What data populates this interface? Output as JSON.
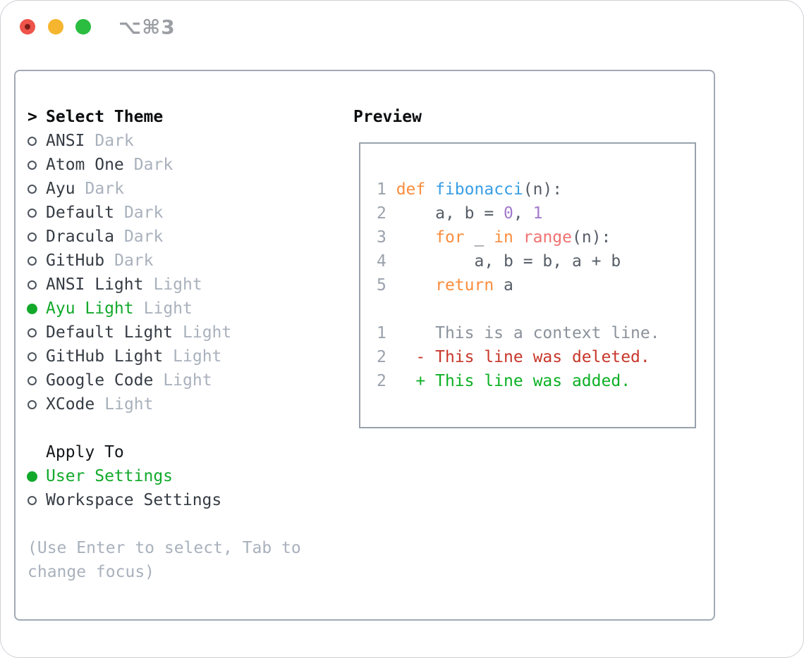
{
  "window": {
    "shortcut_label": "⌥⌘3"
  },
  "theme_panel": {
    "cursor": ">",
    "title": "Select Theme",
    "themes": [
      {
        "name": "ANSI",
        "variant": "Dark",
        "selected": false
      },
      {
        "name": "Atom One",
        "variant": "Dark",
        "selected": false
      },
      {
        "name": "Ayu",
        "variant": "Dark",
        "selected": false
      },
      {
        "name": "Default",
        "variant": "Dark",
        "selected": false
      },
      {
        "name": "Dracula",
        "variant": "Dark",
        "selected": false
      },
      {
        "name": "GitHub",
        "variant": "Dark",
        "selected": false
      },
      {
        "name": "ANSI Light",
        "variant": "Light",
        "selected": false
      },
      {
        "name": "Ayu Light",
        "variant": "Light",
        "selected": true
      },
      {
        "name": "Default Light",
        "variant": "Light",
        "selected": false
      },
      {
        "name": "GitHub Light",
        "variant": "Light",
        "selected": false
      },
      {
        "name": "Google Code",
        "variant": "Light",
        "selected": false
      },
      {
        "name": "XCode",
        "variant": "Light",
        "selected": false
      }
    ],
    "apply_to": {
      "title": "Apply To",
      "options": [
        {
          "label": "User Settings",
          "selected": true
        },
        {
          "label": "Workspace Settings",
          "selected": false
        }
      ]
    },
    "help_lines": [
      "(Use Enter to select, Tab to",
      "change focus)"
    ]
  },
  "preview": {
    "title": "Preview",
    "lines": [
      {
        "num": "1",
        "segments": [
          {
            "text": "def",
            "color": "keyword"
          },
          {
            "text": " ",
            "color": "plain"
          },
          {
            "text": "fibonacci",
            "color": "function"
          },
          {
            "text": "(n):",
            "color": "plain"
          }
        ]
      },
      {
        "num": "2",
        "segments": [
          {
            "text": "    a, b = ",
            "color": "plain"
          },
          {
            "text": "0",
            "color": "number"
          },
          {
            "text": ", ",
            "color": "plain"
          },
          {
            "text": "1",
            "color": "number"
          }
        ]
      },
      {
        "num": "3",
        "segments": [
          {
            "text": "    ",
            "color": "plain"
          },
          {
            "text": "for",
            "color": "keyword"
          },
          {
            "text": " _ ",
            "color": "plain"
          },
          {
            "text": "in",
            "color": "keyword"
          },
          {
            "text": " ",
            "color": "plain"
          },
          {
            "text": "range",
            "color": "builtin"
          },
          {
            "text": "(n):",
            "color": "plain"
          }
        ]
      },
      {
        "num": "4",
        "segments": [
          {
            "text": "        a, b = b, a + b",
            "color": "plain"
          }
        ]
      },
      {
        "num": "5",
        "segments": [
          {
            "text": "    ",
            "color": "plain"
          },
          {
            "text": "return",
            "color": "keyword"
          },
          {
            "text": " a",
            "color": "plain"
          }
        ]
      },
      {
        "num": "",
        "segments": []
      },
      {
        "num": "1",
        "segments": [
          {
            "text": "    This is a context line.",
            "color": "context"
          }
        ]
      },
      {
        "num": "2",
        "segments": [
          {
            "text": "  ",
            "color": "plain"
          },
          {
            "text": "- This line was deleted.",
            "color": "deleted"
          }
        ]
      },
      {
        "num": "2",
        "segments": [
          {
            "text": "  ",
            "color": "plain"
          },
          {
            "text": "+ This line was added.",
            "color": "added"
          }
        ]
      }
    ]
  },
  "colors": {
    "selection_green": "#12a92b",
    "keyword": "#fa8d3e",
    "function": "#399ee6",
    "plain": "#565d66",
    "number": "#a37acc",
    "builtin": "#f07171",
    "linenum": "#9aa2ac",
    "context": "#8b929b",
    "deleted": "#c8372b",
    "added": "#0cb024",
    "traffic_red": "#ee544a",
    "traffic_red_dot": "#7e1d18",
    "traffic_yellow": "#f5b52e",
    "traffic_green": "#2abd40"
  }
}
